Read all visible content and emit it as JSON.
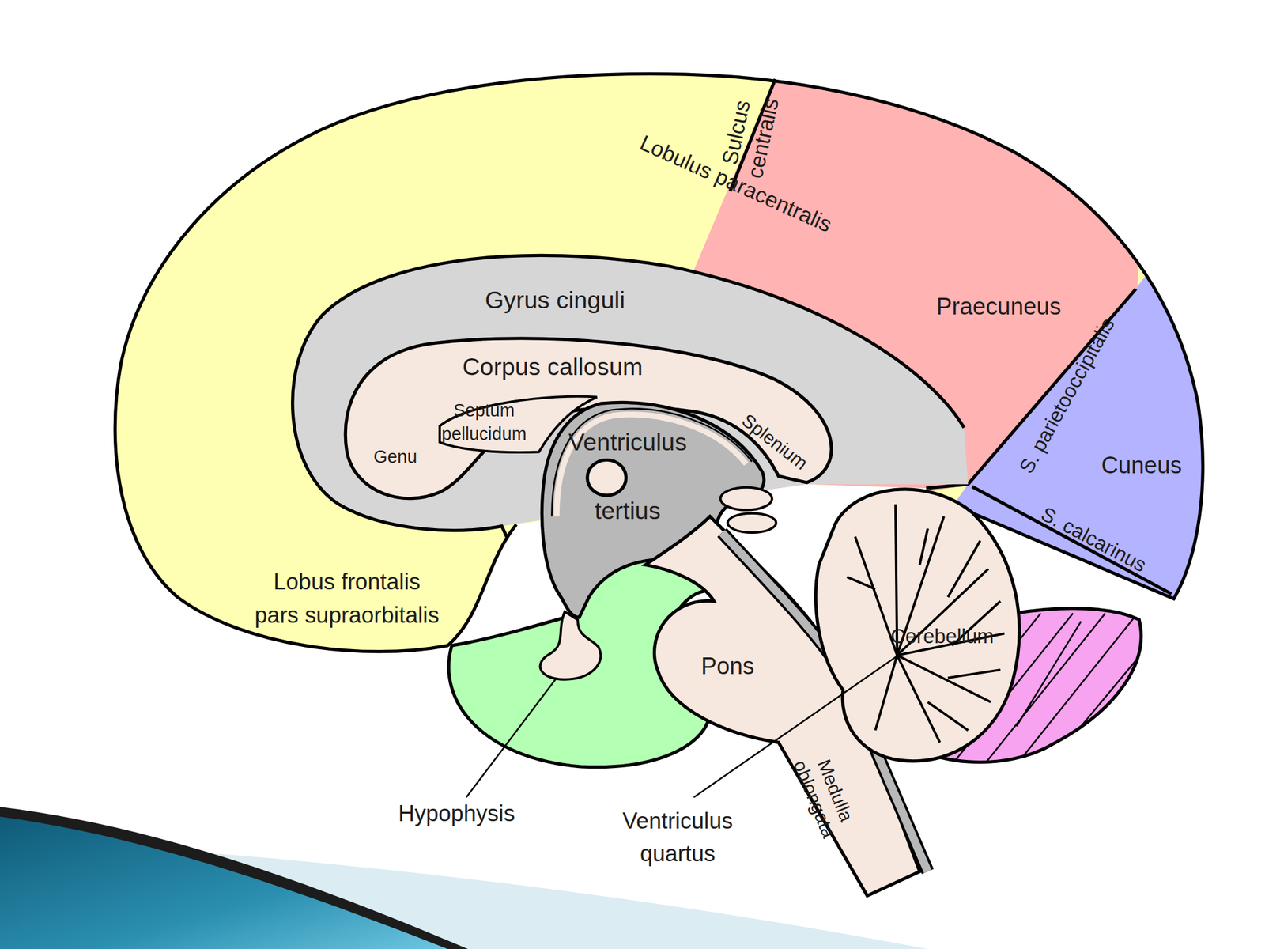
{
  "diagram": {
    "labels": [
      "Sulcus centralis",
      "Lobulus paracentralis",
      "Gyrus cinguli",
      "Praecuneus",
      "S. parietooccipitalis",
      "Corpus callosum",
      "Septum pellucidum",
      "Ventriculus tertius",
      "Splenium",
      "Genu",
      "Cuneus",
      "S. calcarinus",
      "Lobus frontalis pars supraorbitalis",
      "Cerebellum",
      "Pons",
      "Medulla oblongata",
      "Hypophysis",
      "Ventriculus quartus"
    ]
  }
}
